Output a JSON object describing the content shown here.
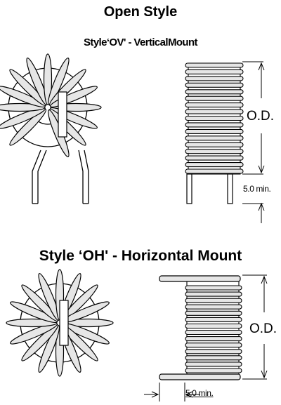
{
  "title": "Open Style",
  "vertical": {
    "heading": "Style‘OV' - VerticalMount",
    "od_label": "O.D.",
    "lead_label": "5.0 min."
  },
  "horizontal": {
    "heading": "Style ‘OH'  -  Horizontal Mount",
    "od_label": "O.D.",
    "lead_label": "5.0 min."
  },
  "colors": {
    "line": "#000000",
    "fill_winding": "#e6e6e6",
    "background": "#ffffff"
  }
}
